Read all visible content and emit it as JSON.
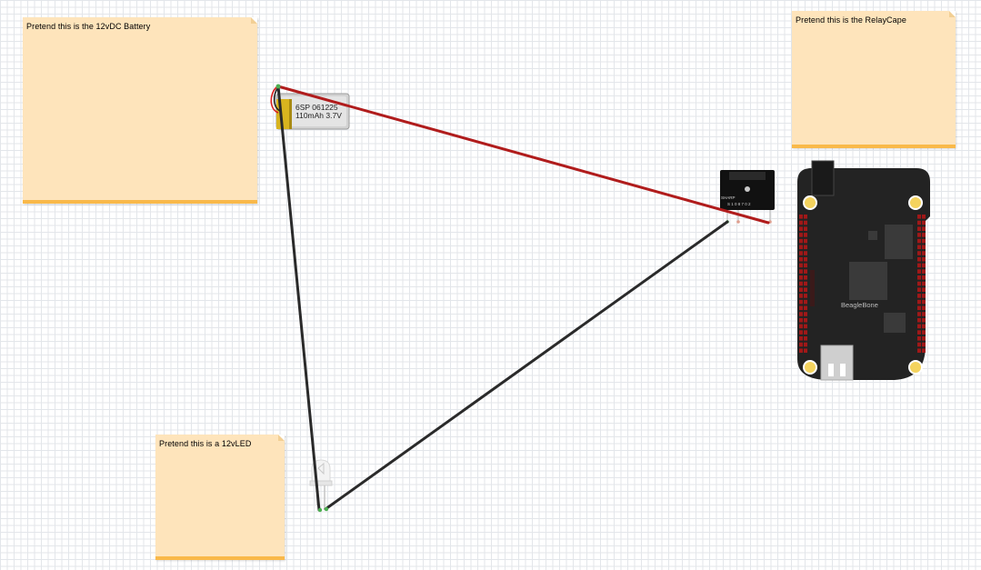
{
  "notes": {
    "battery": "Pretend this is the 12vDC Battery",
    "relay_cape": "Pretend this is the RelayCape",
    "led": "Pretend this is a 12vLED"
  },
  "battery_component": {
    "line1": "6SP 061225",
    "line2": "110mAh 3.7V"
  },
  "relay_component": {
    "brand": "SHARP",
    "pins": "S 1 0 8 7 0 2"
  },
  "board": {
    "label": "BeagleBone"
  },
  "wires": {
    "red": "#b01c1c",
    "black": "#2a2a2a"
  },
  "note_colors": {
    "fill": "#fee4bb",
    "edge": "#f9b94a"
  }
}
